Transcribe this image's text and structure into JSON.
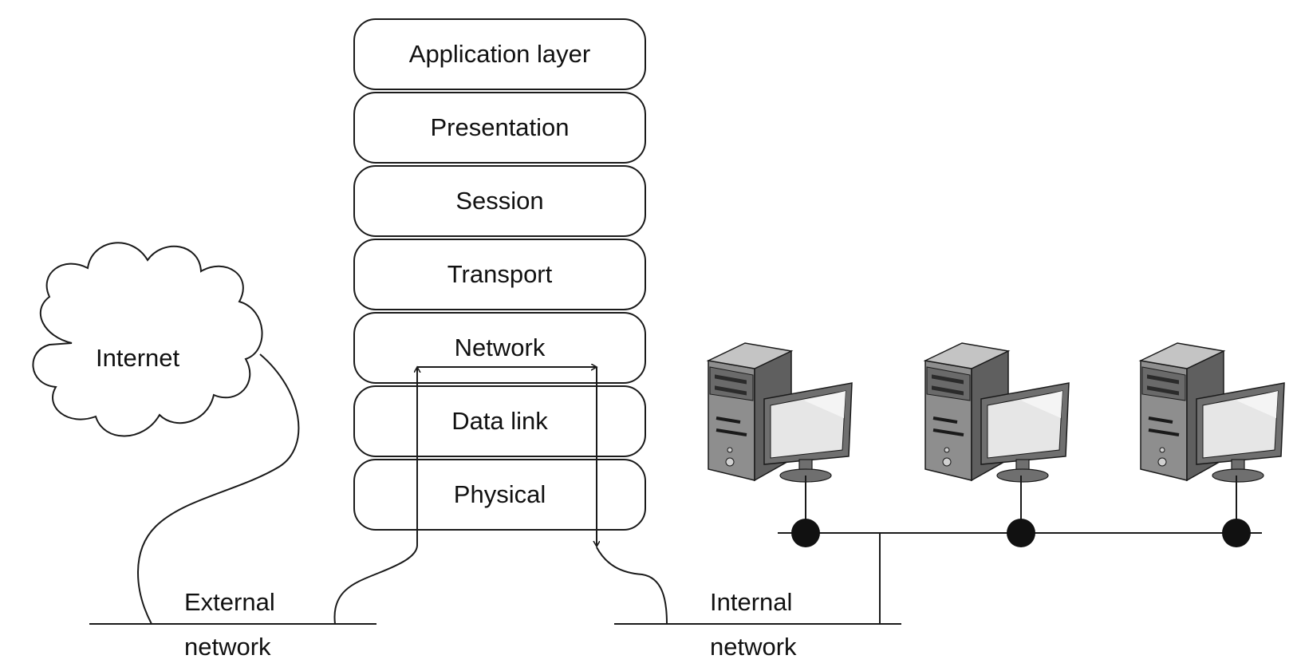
{
  "osi_stack": {
    "layers": [
      "Application layer",
      "Presentation",
      "Session",
      "Transport",
      "Network",
      "Data link",
      "Physical"
    ]
  },
  "cloud": {
    "label": "Internet"
  },
  "networks": {
    "external": {
      "line1": "External",
      "line2": "network"
    },
    "internal": {
      "line1": "Internal",
      "line2": "network"
    }
  },
  "colors": {
    "stroke": "#1a1a1a",
    "tower_front": "#8e8e8e",
    "tower_side": "#5f5f5f",
    "tower_top": "#c4c4c4",
    "monitor_frame": "#6f6f6f",
    "monitor_screen": "#e6e6e6"
  },
  "icons": [
    "cloud-icon",
    "desktop-computer-icon",
    "desktop-computer-icon",
    "desktop-computer-icon"
  ]
}
